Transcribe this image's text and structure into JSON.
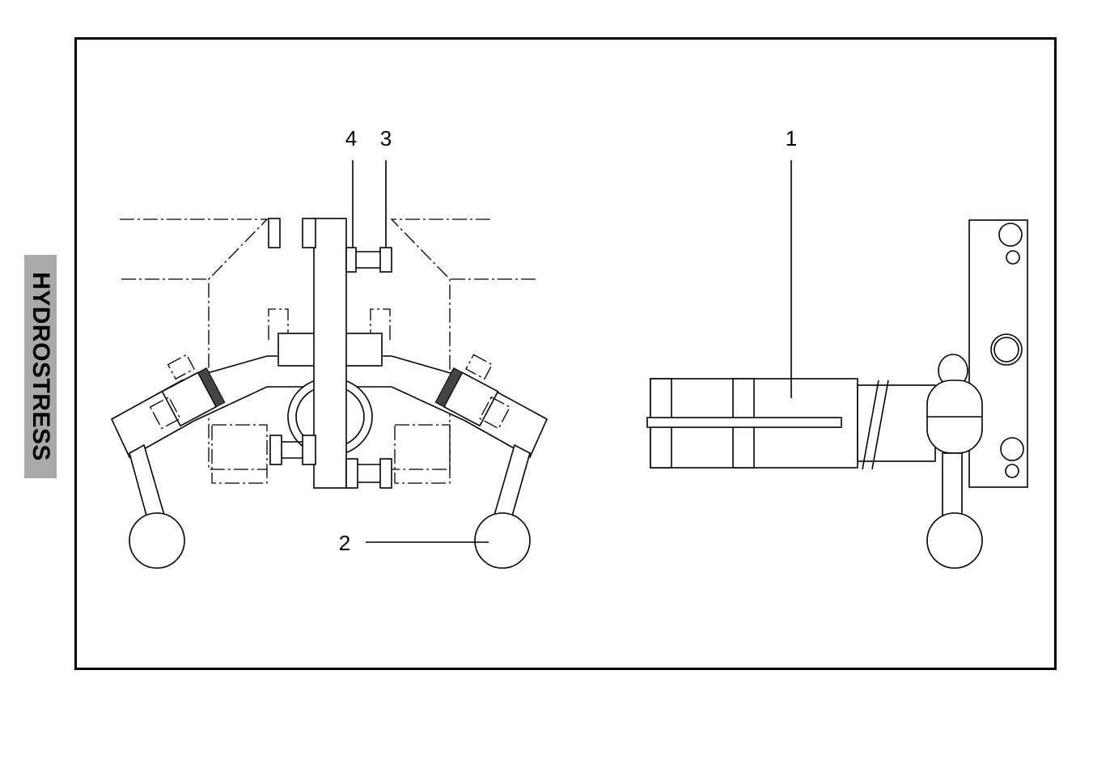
{
  "brand": {
    "text": "HYDROSTRESS"
  },
  "callouts": {
    "c1": "1",
    "c2": "2",
    "c3": "3",
    "c4": "4"
  }
}
